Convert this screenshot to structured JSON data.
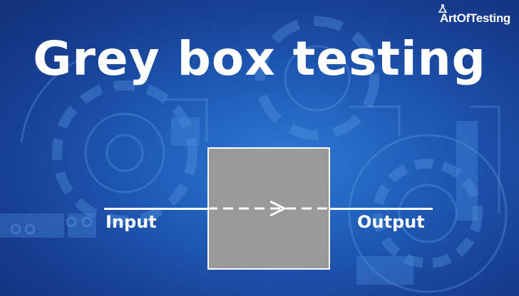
{
  "brand": {
    "name": "ArtOfTesting",
    "icon": "flask-icon"
  },
  "title": "Grey box testing",
  "diagram": {
    "input_label": "Input",
    "output_label": "Output"
  },
  "colors": {
    "background": "#1f5cb8",
    "box": "#999999",
    "line": "#ffffff"
  }
}
